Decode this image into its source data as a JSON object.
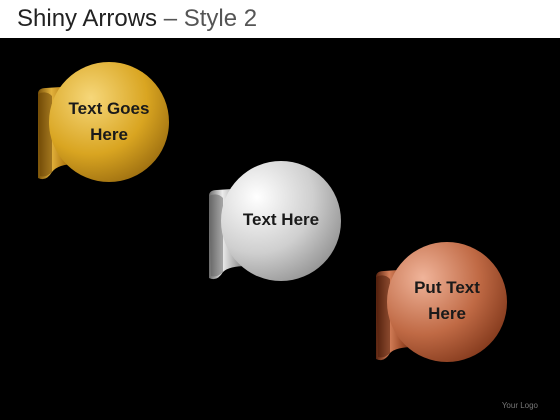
{
  "header": {
    "title": "Shiny Arrows",
    "subtitle": " – Style 2"
  },
  "badges": [
    {
      "text": "Text Goes\nHere",
      "theme": "gold",
      "colors": {
        "light": "#f6d77a",
        "mid": "#d9a521",
        "dark": "#7a5208"
      }
    },
    {
      "text": "Text Here",
      "theme": "silver",
      "colors": {
        "light": "#f7f7f7",
        "mid": "#c4c4c4",
        "dark": "#6b6b6b"
      }
    },
    {
      "text": "Put Text\nHere",
      "theme": "bronze",
      "colors": {
        "light": "#f0b49a",
        "mid": "#c06a45",
        "dark": "#5a2410"
      }
    }
  ],
  "footer": {
    "logo": "Your Logo"
  }
}
